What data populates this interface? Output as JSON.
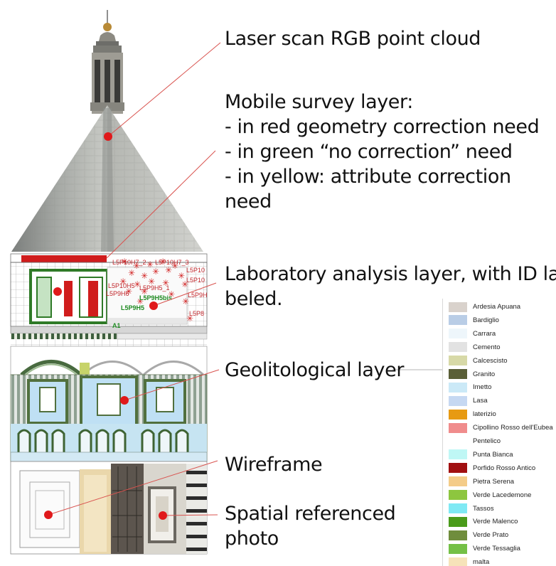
{
  "labels": {
    "point_cloud": "Laser scan RGB point cloud",
    "mobile_title": "Mobile survey layer:",
    "mobile_red": "- in red geometry correction need",
    "mobile_green": "- in green “no correction” need",
    "mobile_yellow": "- in yellow: attribute correction",
    "mobile_yellow_2": "need",
    "lab_1": "Laboratory analysis layer, with ID la-",
    "lab_2": "beled.",
    "geo": "Geolitological layer",
    "wire": "Wireframe",
    "photo_1": "Spatial referenced",
    "photo_2": "photo"
  },
  "legend": [
    {
      "name": "Ardesia Apuana",
      "color": "#d9d2cc"
    },
    {
      "name": "Bardiglio",
      "color": "#b9cde6"
    },
    {
      "name": "Carrara",
      "color": "#eef6fb"
    },
    {
      "name": "Cemento",
      "color": "#e2e2e2"
    },
    {
      "name": "Calcescisto",
      "color": "#d7d9a7"
    },
    {
      "name": "Granito",
      "color": "#5a5f37"
    },
    {
      "name": "Imetto",
      "color": "#cbe9f7"
    },
    {
      "name": "Lasa",
      "color": "#c6d8f2"
    },
    {
      "name": "laterizio",
      "color": "#e79a12"
    },
    {
      "name": "Cipollino Rosso dell'Eubea",
      "color": "#f08c8c"
    },
    {
      "name": "Pentelico",
      "color": "#ffffff"
    },
    {
      "name": "Punta Bianca",
      "color": "#bff7f5"
    },
    {
      "name": "Porfido Rosso Antico",
      "color": "#a10f10"
    },
    {
      "name": "Pietra Serena",
      "color": "#f4cc88"
    },
    {
      "name": "Verde Lacedemone",
      "color": "#8dc63f"
    },
    {
      "name": "Tassos",
      "color": "#7fe9f4"
    },
    {
      "name": "Verde Malenco",
      "color": "#4a9b1a"
    },
    {
      "name": "Verde Prato",
      "color": "#6f8d3c"
    },
    {
      "name": "Verde Tessaglia",
      "color": "#74c046"
    },
    {
      "name": "malta",
      "color": "#f6e3b9"
    }
  ],
  "tags_red": [
    "L5P10H7_2",
    "L5P10H7_3",
    "L5P10",
    "L5P10",
    "L5P9H6",
    "L5P10H5",
    "L5P9H5_1",
    "L5P9H",
    "L5P8"
  ],
  "tags_green": [
    "L5P9H5bis",
    "L5P9H5",
    "A1"
  ],
  "colors": {
    "marker": "#e0191b",
    "leader": "#d9534f",
    "leader_gray": "#b5b5b5"
  }
}
